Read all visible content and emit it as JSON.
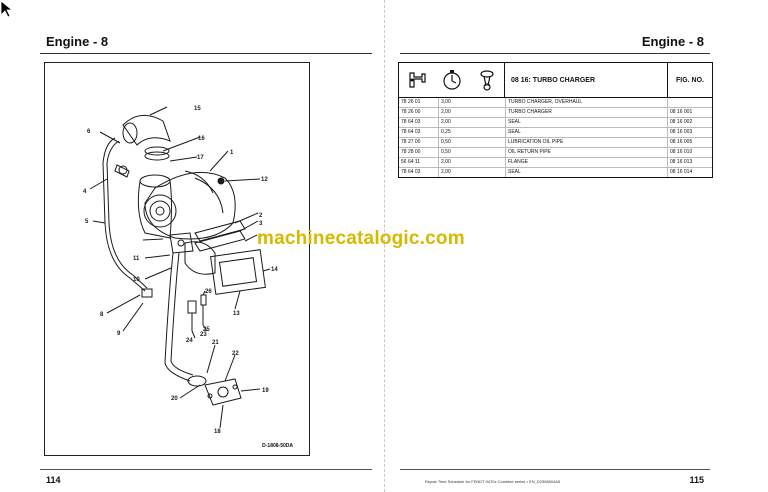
{
  "left_page": {
    "header": "Engine - 8",
    "page_number": "114",
    "diagram_code": "D-1808-50DA",
    "callouts": [
      "1",
      "2",
      "3",
      "4",
      "5",
      "6",
      "7",
      "8",
      "9",
      "10",
      "11",
      "12",
      "13",
      "14",
      "15",
      "16",
      "17",
      "18",
      "19",
      "20",
      "21",
      "22",
      "23",
      "24",
      "25",
      "26"
    ]
  },
  "right_page": {
    "header": "Engine - 8",
    "page_number": "115",
    "section_title": "08 16:  TURBO CHARGER",
    "fig_col_header": "FIG. NO.",
    "icons": [
      "wrench-icon",
      "clock-icon",
      "piston-icon"
    ],
    "rows": [
      {
        "code": "78 26 01",
        "time": "3,00",
        "desc": "TURBO CHARGER, OVERHAUL",
        "fig": ""
      },
      {
        "code": "78 26 00",
        "time": "2,00",
        "desc": "TURBO CHARGER",
        "fig": "08 16 001"
      },
      {
        "code": "78 64 03",
        "time": "2,00",
        "desc": "SEAL",
        "fig": "08 16 002"
      },
      {
        "code": "78 64 03",
        "time": "0,25",
        "desc": "SEAL",
        "fig": "08 16 003"
      },
      {
        "code": "78 27 00",
        "time": "0,50",
        "desc": "LUBRICATION OIL PIPE",
        "fig": "08 16 005"
      },
      {
        "code": "78 28 00",
        "time": "0,50",
        "desc": "OIL RETURN PIPE",
        "fig": "08 16 010"
      },
      {
        "code": "56 64 11",
        "time": "2,00",
        "desc": "FLANGE",
        "fig": "08 16 013"
      },
      {
        "code": "78 64 03",
        "time": "2,00",
        "desc": "SEAL",
        "fig": "08 16 014"
      }
    ]
  },
  "footer_note": "Repair Time Schedule for FENDT 9470x Combine series • EN_D2308604A5",
  "watermark": "machinecatalogic.com"
}
